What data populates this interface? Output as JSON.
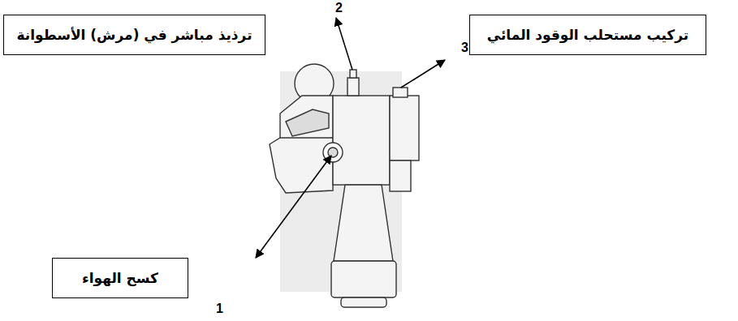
{
  "diagram": {
    "nodes": [
      {
        "text": [
          "ترذيذ مباشر في (مرش) الأسطوانة"
        ]
      },
      {
        "text": [
          "تركيب مستحلب الوقود المائي"
        ]
      },
      {
        "text": [
          "كسح الهواء"
        ]
      }
    ],
    "labels": [
      "2",
      "3",
      "1"
    ]
  }
}
